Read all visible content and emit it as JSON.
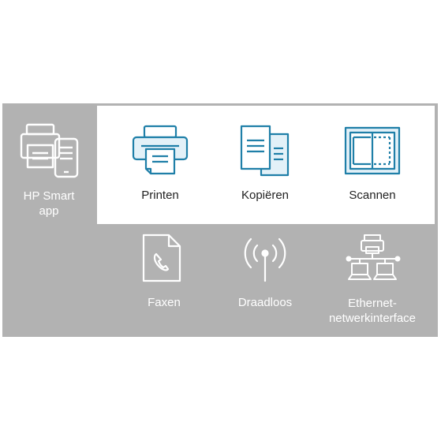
{
  "colors": {
    "panel": "#b2b2b2",
    "accent": "#1f7fa8",
    "icon_fill": "#e3f1f8"
  },
  "hp_smart": {
    "label_line1": "HP Smart",
    "label_line2": "app",
    "icon": "printer-phone-icon"
  },
  "functions": [
    {
      "label": "Printen",
      "icon": "printer-icon"
    },
    {
      "label": "Kopiëren",
      "icon": "copy-icon"
    },
    {
      "label": "Scannen",
      "icon": "scanner-icon"
    }
  ],
  "connectivity": [
    {
      "label": "Faxen",
      "icon": "fax-document-icon"
    },
    {
      "label": "Draadloos",
      "icon": "wireless-icon"
    },
    {
      "label_line1": "Ethernet-",
      "label_line2": "netwerkinterface",
      "icon": "ethernet-network-icon"
    }
  ]
}
